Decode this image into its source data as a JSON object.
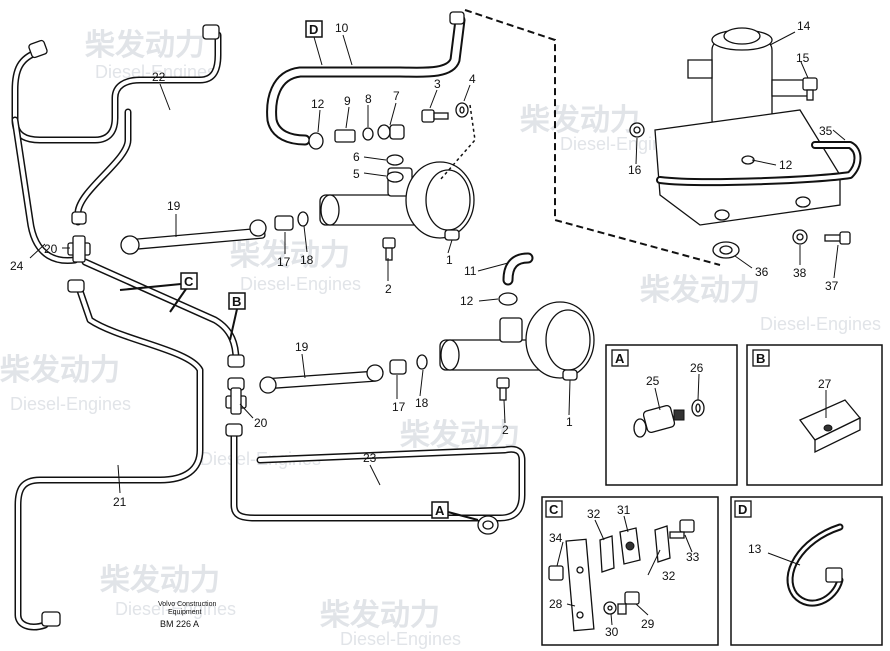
{
  "watermark": {
    "brand_cn": "柴发动力",
    "brand_en": "Diesel-Engines"
  },
  "footer": {
    "company_line1": "Volvo Construction",
    "company_line2": "Equipment",
    "code": "BM 226 A"
  },
  "boxes": {
    "A": "A",
    "B": "B",
    "C": "C",
    "D": "D"
  },
  "callouts": {
    "c1a": "1",
    "c1b": "1",
    "c2a": "2",
    "c2b": "2",
    "c3": "3",
    "c4": "4",
    "c5": "5",
    "c6": "6",
    "c7": "7",
    "c8": "8",
    "c9": "9",
    "c10": "10",
    "c11": "11",
    "c12a": "12",
    "c12b": "12",
    "c12c": "12",
    "c13": "13",
    "c14": "14",
    "c15": "15",
    "c16": "16",
    "c17a": "17",
    "c17b": "17",
    "c18a": "18",
    "c18b": "18",
    "c19a": "19",
    "c19b": "19",
    "c20a": "20",
    "c20b": "20",
    "c21": "21",
    "c22": "22",
    "c23": "23",
    "c24": "24",
    "c25": "25",
    "c26": "26",
    "c27": "27",
    "c28": "28",
    "c29": "29",
    "c30": "30",
    "c31": "31",
    "c32a": "32",
    "c32b": "32",
    "c33": "33",
    "c34": "34",
    "c35": "35",
    "c36": "36",
    "c37": "37",
    "c38": "38"
  }
}
